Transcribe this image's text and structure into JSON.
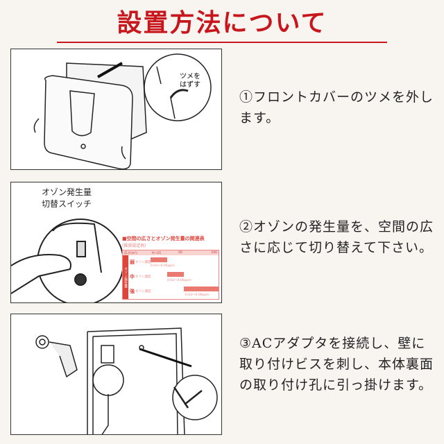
{
  "title": "設置方法について",
  "steps": [
    {
      "text": "①フロントカバーのツメを外します。",
      "callout": "ツメを\nはずす"
    },
    {
      "text": "②オゾンの発生量を、空間の広さに応じて切り替えて下さい。",
      "switch_label_1": "オゾン発生量",
      "switch_label_2": "切替スイッチ",
      "table": {
        "title": "■空間の広さとオゾン発生量の関連表",
        "subtitle": "(推奨設定例)",
        "header": [
          "広さ(m²)",
          "9〜25",
          "50",
          "100"
        ],
        "side": "オゾン発生量",
        "rows": [
          {
            "level": "弱",
            "label": "オゾン濃度",
            "range": "0.03〜0.05ppm"
          },
          {
            "level": "中",
            "label": "オゾン濃度",
            "range": "0.03〜0.06ppm"
          },
          {
            "level": "強",
            "label": "オゾン濃度",
            "range": "0.03〜0.06ppm"
          }
        ]
      }
    },
    {
      "text": "③ACアダプタを接続し、壁に取り付けビスを刺し、本体裏面の取り付け孔に引っ掛けます。"
    }
  ],
  "colors": {
    "accent": "#c8161d",
    "table": "#e0433a"
  }
}
